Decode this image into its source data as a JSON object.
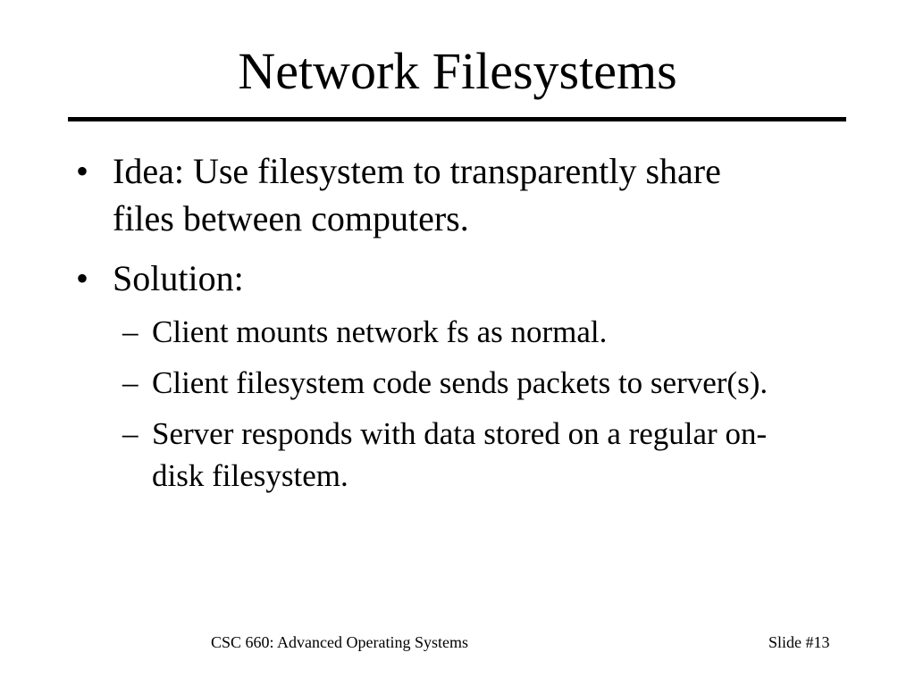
{
  "slide": {
    "title": "Network Filesystems",
    "bullets": [
      {
        "marker": "•",
        "lines": [
          "Idea: Use filesystem to transparently share",
          "files between computers."
        ]
      },
      {
        "marker": "•",
        "lines": [
          "Solution:"
        ]
      }
    ],
    "sub_bullets": [
      {
        "marker": "–",
        "lines": [
          "Client mounts network fs as normal."
        ]
      },
      {
        "marker": "–",
        "lines": [
          "Client filesystem code sends packets to server(s)."
        ]
      },
      {
        "marker": "–",
        "lines": [
          "Server responds with data stored on a regular on-",
          "disk filesystem."
        ]
      }
    ],
    "footer": {
      "course": "CSC 660: Advanced Operating Systems",
      "slide_number": "Slide #13"
    }
  }
}
